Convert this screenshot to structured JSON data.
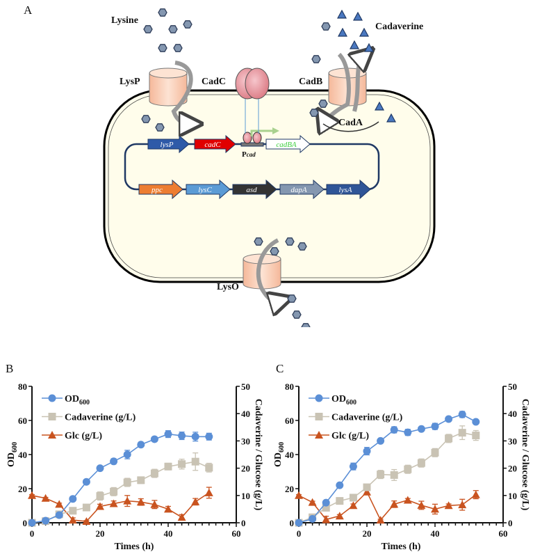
{
  "diagram": {
    "panel_label": "A",
    "labels": {
      "lysine": "Lysine",
      "cadaverine": "Cadaverine",
      "lysp": "LysP",
      "cadc": "CadC",
      "cadb": "CadB",
      "cada": "CadA",
      "lyso": "LysO",
      "pcad_p": "P",
      "pcad_sub": "cad"
    },
    "genes_top": [
      "lysP",
      "cadC",
      "cadBA"
    ],
    "genes_bottom": [
      "ppc",
      "lysC",
      "asd",
      "dapA",
      "lysA"
    ],
    "colors": {
      "cell_fill": "#fffdeb",
      "lysP": "#2e5aa8",
      "cadC": "#e00000",
      "cadBA_text": "#3ecf3e",
      "ppc": "#ed7d31",
      "lysC": "#5b9bd5",
      "asd": "#333333",
      "dapA": "#8497b0",
      "lysA": "#2f5597",
      "molecule": "#8497b0",
      "cadaverine_mol": "#2f5597"
    }
  },
  "chart_data": [
    {
      "panel_label": "B",
      "type": "line",
      "xlabel": "Times (h)",
      "ylabel": {
        "main": "OD",
        "sub": "600"
      },
      "y2label": "Cadaverine / Glucose (g/L)",
      "xlim": [
        0,
        60
      ],
      "xticks": [
        0,
        20,
        40,
        60
      ],
      "ylim": [
        0,
        80
      ],
      "yticks": [
        0,
        20,
        40,
        60,
        80
      ],
      "y2lim": [
        0,
        50
      ],
      "y2ticks": [
        0,
        10,
        20,
        30,
        40,
        50
      ],
      "legend_position": "top-left",
      "x": [
        0,
        4,
        8,
        12,
        16,
        20,
        24,
        28,
        32,
        36,
        40,
        44,
        48,
        52
      ],
      "series": [
        {
          "name": "OD",
          "name_sub": "600",
          "axis": "left",
          "marker": "circle",
          "color": "#5b8fd6",
          "values": [
            0,
            1.2,
            4.5,
            14,
            24,
            32,
            36,
            40,
            45.8,
            49,
            52,
            51,
            50.5,
            50.5
          ],
          "err": [
            0,
            0.3,
            0.5,
            1.2,
            1.2,
            0.8,
            1.5,
            2.5,
            0.6,
            1.2,
            2,
            2.2,
            2.6,
            2
          ]
        },
        {
          "name": "Cadaverine (g/L)",
          "axis": "right",
          "marker": "square",
          "color": "#c9c3b4",
          "values": [
            0,
            0.6,
            3.1,
            4.4,
            5.6,
            9.8,
            11.4,
            14.8,
            15.6,
            18.1,
            20.6,
            21.5,
            22.4,
            20.2
          ],
          "err": [
            0,
            0.2,
            0.4,
            0.4,
            0.5,
            1.5,
            1.5,
            1.5,
            1.2,
            1.5,
            1.2,
            1.8,
            3.2,
            1.6
          ]
        },
        {
          "name": "Glc (g/L)",
          "axis": "right",
          "marker": "triangle",
          "color": "#c9531f",
          "values": [
            10,
            9,
            6.8,
            1,
            0.5,
            6,
            7,
            8,
            7.6,
            6.7,
            5,
            2,
            7.7,
            11
          ],
          "err": [
            0.3,
            0.3,
            0.4,
            0.8,
            0.3,
            0.8,
            1,
            2,
            1.2,
            1.5,
            1,
            1,
            1.2,
            2
          ]
        }
      ]
    },
    {
      "panel_label": "C",
      "type": "line",
      "xlabel": "Times (h)",
      "ylabel": {
        "main": "OD",
        "sub": "600"
      },
      "y2label": "Cadaverine / Glucose (g/L)",
      "xlim": [
        0,
        60
      ],
      "xticks": [
        0,
        20,
        40,
        60
      ],
      "ylim": [
        0,
        80
      ],
      "yticks": [
        0,
        20,
        40,
        60,
        80
      ],
      "y2lim": [
        0,
        50
      ],
      "y2ticks": [
        0,
        10,
        20,
        30,
        40,
        50
      ],
      "legend_position": "top-left",
      "x": [
        0,
        4,
        8,
        12,
        16,
        20,
        24,
        28,
        32,
        36,
        40,
        44,
        48,
        52
      ],
      "series": [
        {
          "name": "OD",
          "name_sub": "600",
          "axis": "left",
          "marker": "circle",
          "color": "#5b8fd6",
          "values": [
            0,
            2.3,
            11.8,
            22,
            33,
            42,
            48,
            54.5,
            53,
            55,
            56.5,
            60.8,
            63.5,
            59.2
          ],
          "err": [
            0,
            0.3,
            0.6,
            1,
            2,
            2.2,
            1,
            1.8,
            1.8,
            0.6,
            1.8,
            1.2,
            1.8,
            0.6
          ]
        },
        {
          "name": "Cadaverine (g/L)",
          "axis": "right",
          "marker": "square",
          "color": "#c9c3b4",
          "values": [
            0,
            2,
            5.5,
            8,
            9.2,
            13,
            17.7,
            17.5,
            19.6,
            21.9,
            25.7,
            30.9,
            33,
            32
          ],
          "err": [
            0,
            0.3,
            0.8,
            1.2,
            0.8,
            0.6,
            1.5,
            2,
            1.5,
            1.5,
            1.5,
            1.5,
            2.5,
            1.8
          ]
        },
        {
          "name": "Glc (g/L)",
          "axis": "right",
          "marker": "triangle",
          "color": "#c9531f",
          "values": [
            10,
            7.5,
            1.2,
            2.5,
            6.3,
            11.3,
            1,
            6.8,
            8.3,
            6.4,
            5,
            6.3,
            6.6,
            10.3
          ],
          "err": [
            0.3,
            0.4,
            1.2,
            0.5,
            0.6,
            1,
            0.3,
            1.2,
            0.6,
            1.5,
            1.8,
            0.6,
            2,
            1.5
          ]
        }
      ]
    }
  ]
}
